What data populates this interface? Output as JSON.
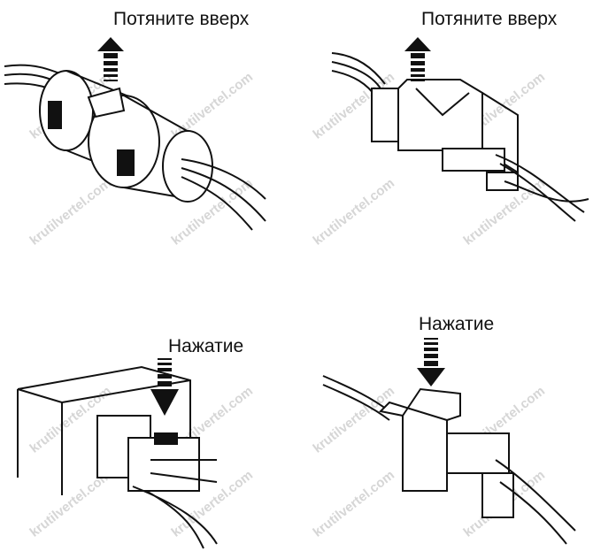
{
  "panels": [
    {
      "label": "Потяните вверх",
      "action": "pull-up"
    },
    {
      "label": "Потяните вверх",
      "action": "pull-up"
    },
    {
      "label": "Нажатие",
      "action": "press"
    },
    {
      "label": "Нажатие",
      "action": "press"
    }
  ],
  "watermark": "krutilvertel.com"
}
